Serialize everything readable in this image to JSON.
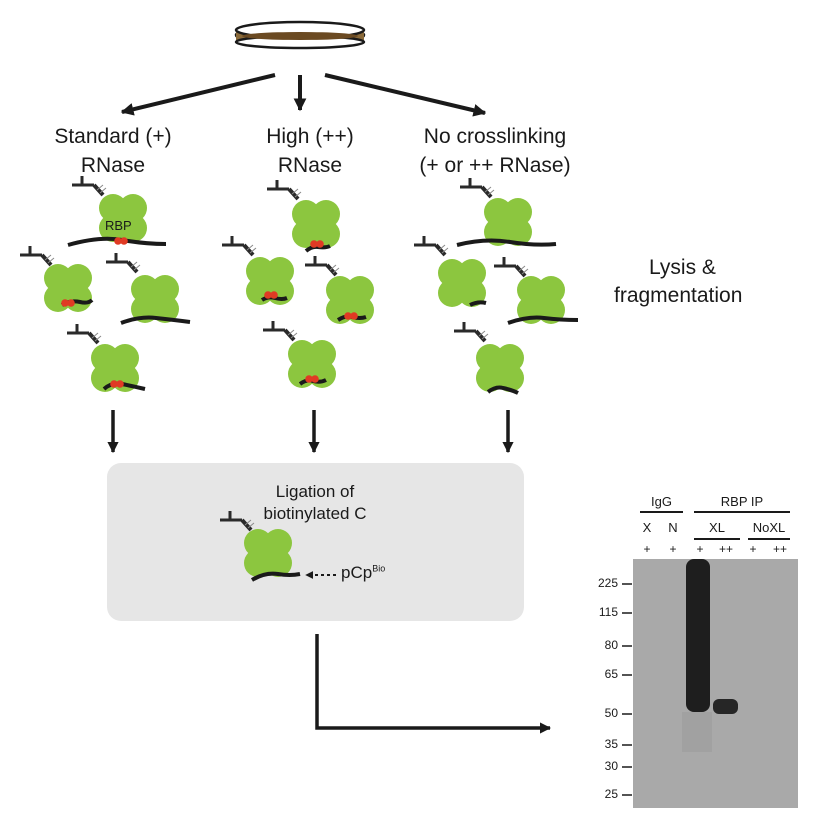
{
  "conditions": [
    {
      "line1": "Standard (+)",
      "line2": "RNase"
    },
    {
      "line1": "High (++)",
      "line2": "RNase"
    },
    {
      "line1": "No crosslinking",
      "line2": "(+ or ++ RNase)"
    }
  ],
  "rbp_label": "RBP",
  "lysis": {
    "line1": "Lysis &",
    "line2": "fragmentation"
  },
  "ligation": {
    "line1": "Ligation of",
    "line2": "biotinylated C",
    "pcp_main": "pCp",
    "pcp_sup": "Bio"
  },
  "gel": {
    "igg_label": "IgG",
    "rbp_ip_label": "RBP IP",
    "igg_lanes": [
      "X",
      "N"
    ],
    "xl_label": "XL",
    "noxl_label": "NoXL",
    "rnase_marks": [
      "+",
      "+",
      "+",
      "++",
      "+",
      "++"
    ],
    "markers": [
      "225",
      "115",
      "80",
      "65",
      "50",
      "35",
      "30",
      "25"
    ]
  },
  "colors": {
    "protein": "#8cc63f",
    "crosslink": "#e03a24",
    "box": "#e6e6e6",
    "gel_bg": "#a9a9a9",
    "band": "#1e1e1e"
  }
}
